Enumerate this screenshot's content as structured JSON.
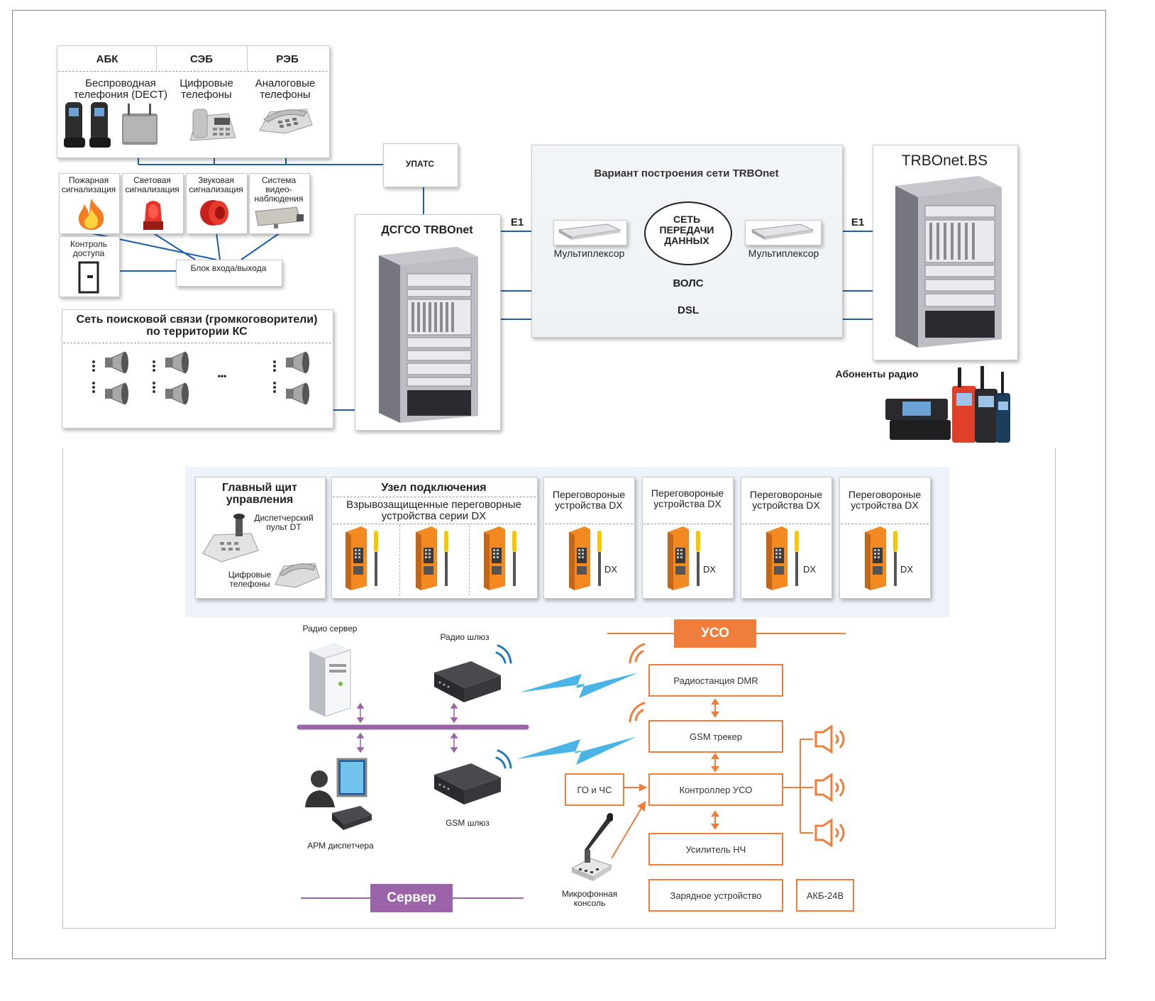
{
  "top": {
    "categories": [
      "АБК",
      "СЭБ",
      "РЭБ"
    ],
    "phones": [
      "Беспроводная телефония (DECT)",
      "Цифровые телефоны",
      "Аналоговые телефоны"
    ],
    "upats": "УПАТС",
    "alarms": [
      "Пожарная сигнализация",
      "Световая сигнализация",
      "Звуковая сигнализация",
      "Система видео-наблюдения"
    ],
    "access": "Контроль доступа",
    "io_block": "Блок входа/выхода",
    "paging_title": "Сеть поисковой связи (громкоговорители) по территории КС",
    "paging_ellipsis": "•••",
    "dsgso": "ДСГСО TRBOnet",
    "e1_left": "E1",
    "e1_right": "E1",
    "network_variant": "Вариант построения сети TRBOnet",
    "mux_left": "Мультиплексор",
    "mux_right": "Мультиплексор",
    "data_network": "СЕТЬ ПЕРЕДАЧИ ДАННЫХ",
    "vols": "ВОЛС",
    "dsl": "DSL",
    "bs_title": "TRBOnet.BS",
    "radio_subscribers": "Абоненты радио"
  },
  "middle": {
    "main_panel": "Главный щит управления",
    "dispatcher_console": "Диспетчерский пульт DT",
    "digital_phones": "Цифровые телефоны",
    "node_title": "Узел подключения",
    "node_sub": "Взрывозащищенные переговорные устройства серии DX",
    "intercoms": [
      "Переговороные устройства DX",
      "Переговороные устройства DX",
      "Переговороные устройства DX",
      "Переговороные устройства DX"
    ],
    "dx_label": "DX"
  },
  "bottom": {
    "radio_server": "Радио сервер",
    "radio_gateway": "Радио шлюз",
    "gsm_gateway": "GSM шлюз",
    "arm": "АРМ диспетчера",
    "server": "Сервер",
    "uso": "УСО",
    "dmr": "Радиостанция DMR",
    "gsm_tracker": "GSM трекер",
    "go_chs": "ГО и ЧС",
    "controller": "Контроллер УСО",
    "amplifier": "Усилитель НЧ",
    "charger": "Зарядное устройство",
    "battery": "АКБ-24В",
    "mic_console": "Микрофонная консоль"
  },
  "colors": {
    "blue": "#1f5fa8",
    "orange": "#ef7d3c",
    "purple": "#9b64a8",
    "light_blue": "#4bb4e6"
  }
}
